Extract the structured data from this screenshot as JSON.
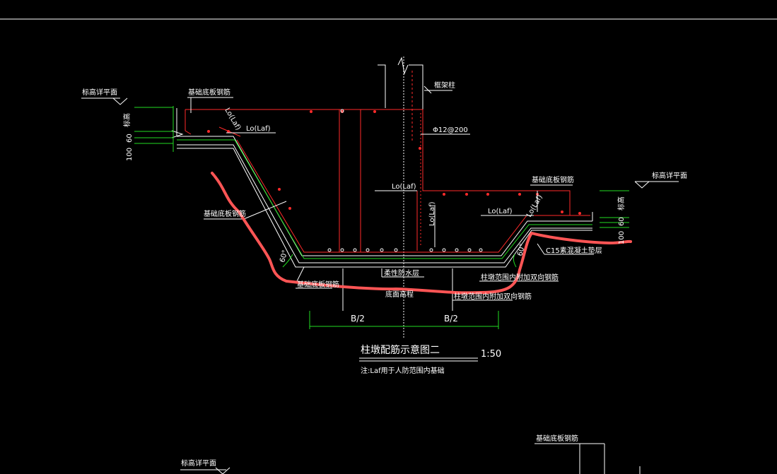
{
  "labels": {
    "elev_top_left": "标高详平面",
    "elev_top_right": "标高详平面",
    "elev_bottom_left": "标高详平面",
    "slab_bar_left": "基础底板钢筋",
    "slab_bar_right": "基础底板钢筋",
    "slab_bar_bottom_right": "基础底板钢筋",
    "slab_bar_slope": "基础底板钢筋",
    "slab_bar_bottom": "基础底板钢筋",
    "column": "框架柱",
    "stirrup": "Φ12@200",
    "lap_vert_left": "Lo(Laf)",
    "lap_horiz_left": "Lo(Laf)",
    "lap_center": "Lo(Laf)",
    "lap_center_vert": "Lo(Laf)",
    "lap_right_horiz": "Lo(Laf)",
    "lap_right_vert": "Lo(Laf)",
    "angle_left": "60°",
    "angle_right": "60°",
    "waterproof": "柔性防水层",
    "waterproof_sub": "底面高程",
    "pier_bar_1": "柱墩范围内附加双向钢筋",
    "pier_bar_2": "柱墩范围内附加双向钢筋",
    "cushion": "C15素混凝土垫层",
    "half_width_left": "B/2",
    "half_width_right": "B/2",
    "dim_side_left": "标高",
    "dim_60_left": "60",
    "dim_100_left": "100",
    "dim_side_right": "标高",
    "dim_60_right": "60",
    "dim_100_right": "100",
    "title": "柱墩配筋示意图二",
    "scale": "1:50",
    "note": "注:Laf用于人防范围内基础"
  },
  "colors": {
    "background": "#000000",
    "line_white": "#ffffff",
    "line_red": "#ff2a2a",
    "line_green": "#22dd22",
    "markup": "#ff5555"
  }
}
